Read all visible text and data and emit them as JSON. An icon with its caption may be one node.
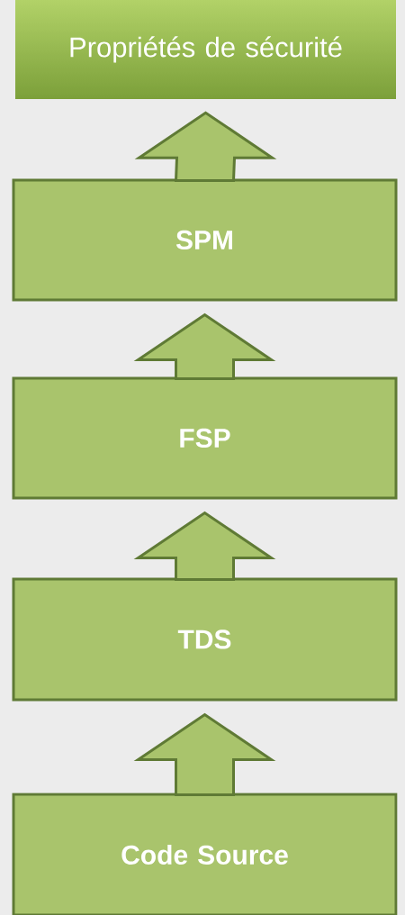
{
  "diagram": {
    "nodes": [
      {
        "text": [
          "Propriétés de sécurité"
        ]
      },
      {
        "text": [
          "SPM"
        ]
      },
      {
        "text": [
          "FSP"
        ]
      },
      {
        "text": [
          "TDS"
        ]
      },
      {
        "text": [
          "Code Source"
        ]
      }
    ],
    "edges": [
      {
        "from": 4,
        "to": 3,
        "arrow": "to"
      },
      {
        "from": 3,
        "to": 2,
        "arrow": "to"
      },
      {
        "from": 2,
        "to": 1,
        "arrow": "to"
      },
      {
        "from": 1,
        "to": 0,
        "arrow": "to"
      }
    ]
  }
}
